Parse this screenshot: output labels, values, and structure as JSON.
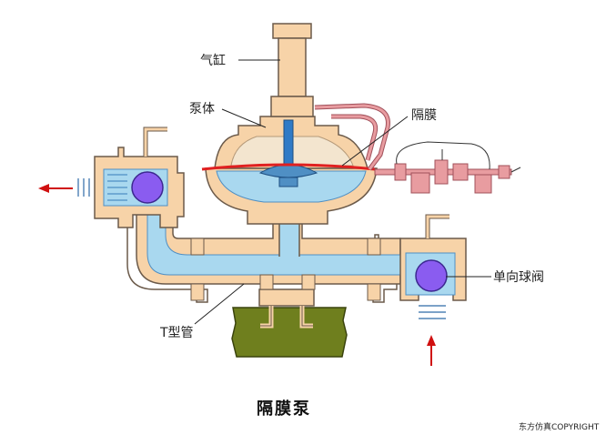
{
  "labels": {
    "cylinder": "气缸",
    "pump_body": "泵体",
    "diaphragm": "隔膜",
    "check_ball_valve": "单向球阀",
    "t_pipe": "T型管"
  },
  "title": "隔膜泵",
  "copyright": "东方仿真COPYRIGHT",
  "colors": {
    "fluid": "#a9d8ef",
    "fluid_dark": "#4f8fc4",
    "casing": "#f7d3a8",
    "casing_stroke": "#6b5a4a",
    "ball": "#8a5cf0",
    "diaphragm": "#e02020",
    "base": "#6f7f1e",
    "air_line": "#e89ca0",
    "arrow": "#d01010"
  }
}
